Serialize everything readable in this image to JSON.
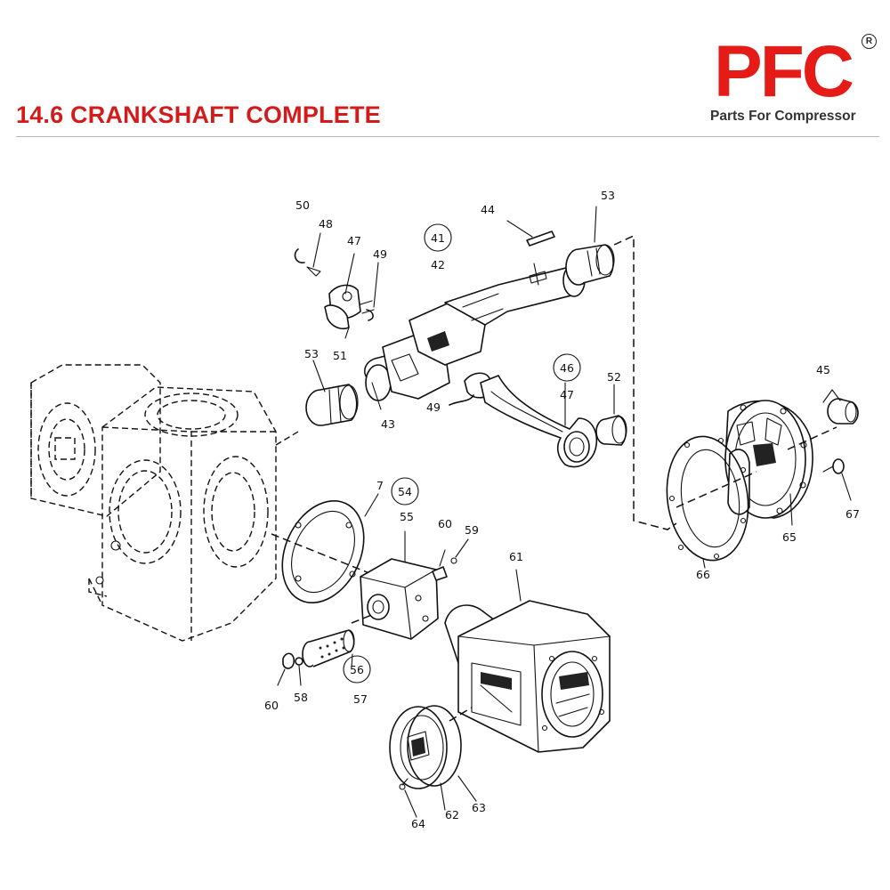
{
  "header": {
    "title": "14.6 CRANKSHAFT COMPLETE"
  },
  "logo": {
    "mark": "PFC",
    "registered": "R",
    "tagline": "Parts For Compressor"
  },
  "diagram": {
    "callouts": [
      "50",
      "48",
      "47",
      "49",
      "51",
      "44",
      "53",
      "41",
      "42",
      "53",
      "43",
      "46",
      "52",
      "47",
      "49",
      "45",
      "67",
      "65",
      "66",
      "54",
      "7",
      "55",
      "60",
      "59",
      "61",
      "56",
      "57",
      "58",
      "60",
      "62",
      "63",
      "64"
    ]
  },
  "colors": {
    "brand_red": "#e41b17",
    "title_red": "#d21c1c",
    "line": "#111111"
  }
}
